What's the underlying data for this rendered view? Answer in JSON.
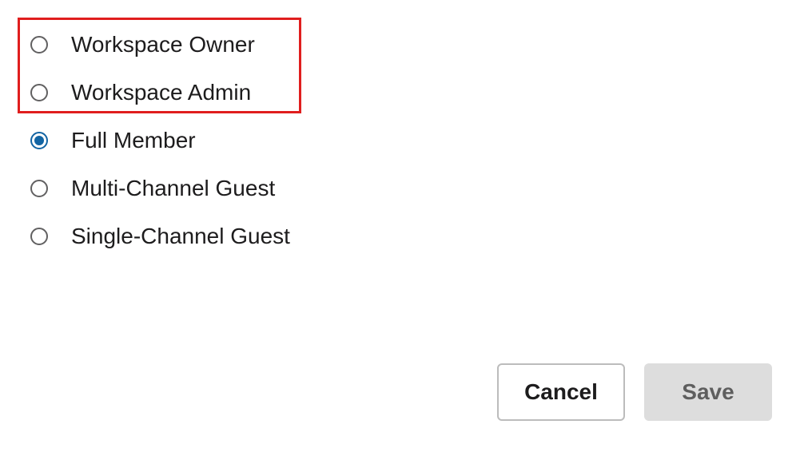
{
  "roles": {
    "options": [
      {
        "label": "Workspace Owner",
        "selected": false
      },
      {
        "label": "Workspace Admin",
        "selected": false
      },
      {
        "label": "Full Member",
        "selected": true
      },
      {
        "label": "Multi-Channel Guest",
        "selected": false
      },
      {
        "label": "Single-Channel Guest",
        "selected": false
      }
    ]
  },
  "actions": {
    "cancel_label": "Cancel",
    "save_label": "Save"
  },
  "colors": {
    "accent": "#1264a3",
    "highlight": "#e01e1e",
    "save_disabled_bg": "#dddddd"
  }
}
